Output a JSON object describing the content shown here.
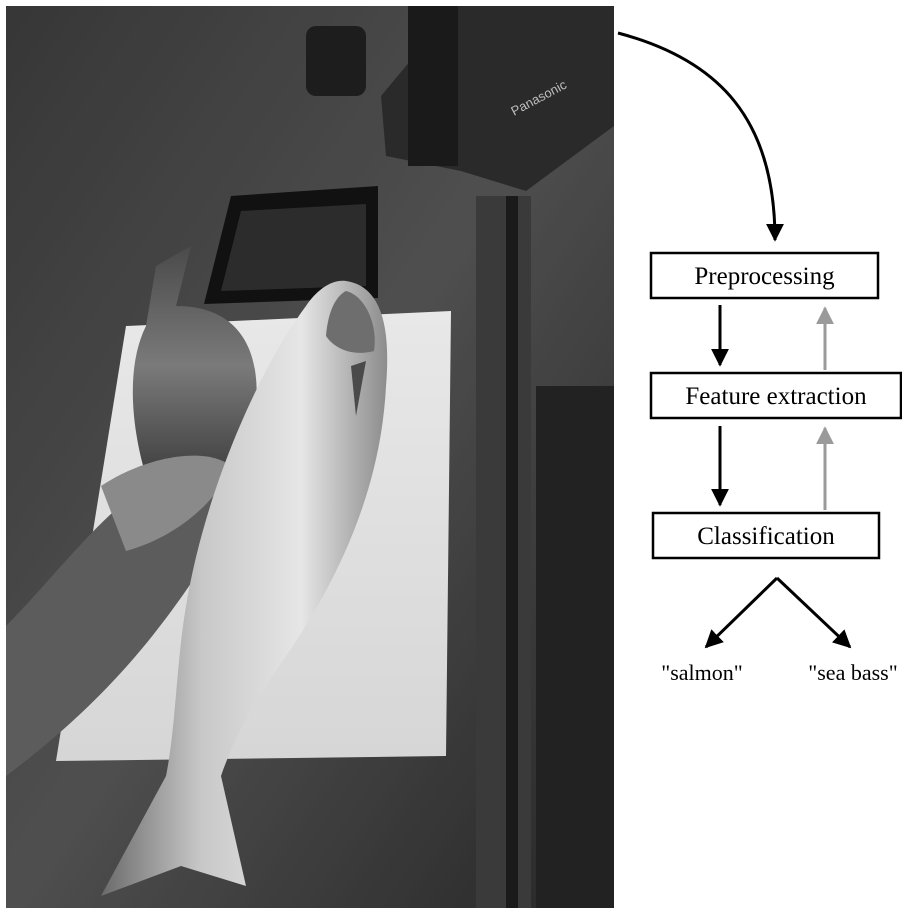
{
  "diagram": {
    "stages": [
      {
        "id": "preprocessing",
        "label": "Preprocessing"
      },
      {
        "id": "feature-extraction",
        "label": "Feature extraction"
      },
      {
        "id": "classification",
        "label": "Classification"
      }
    ],
    "outputs": [
      {
        "id": "salmon",
        "label": "\"salmon\""
      },
      {
        "id": "sea-bass",
        "label": "\"sea bass\""
      }
    ],
    "colors": {
      "forward_arrow": "#000000",
      "feedback_arrow": "#9a9a9a",
      "box_border": "#000000"
    }
  },
  "photo": {
    "subject": "fish-on-conveyor-photo",
    "device_label": "Panasonic"
  }
}
